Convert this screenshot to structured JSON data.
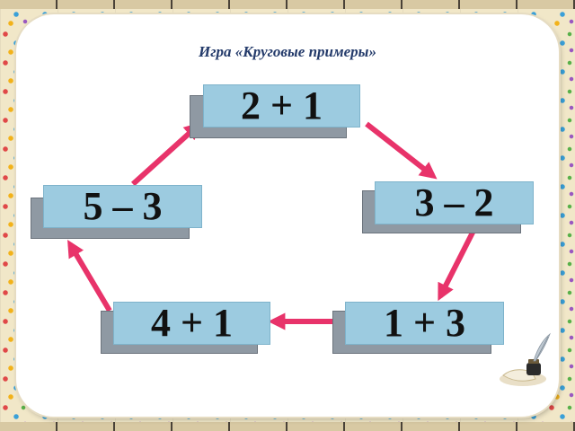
{
  "title": "Игра «Круговые примеры»",
  "expressions": {
    "top": "2 + 1",
    "right": "3 – 2",
    "bottom_right": "1 + 3",
    "bottom_left": "4 + 1",
    "left": "5 – 3"
  },
  "colors": {
    "box_front": "#9ccbe0",
    "box_shadow": "#8f99a3",
    "arrow": "#e8336a",
    "title": "#243b6b"
  },
  "icons": [
    "arrow-right-down",
    "arrow-down-left",
    "arrow-left",
    "arrow-up-left",
    "arrow-up-right",
    "inkwell-quill-icon"
  ]
}
